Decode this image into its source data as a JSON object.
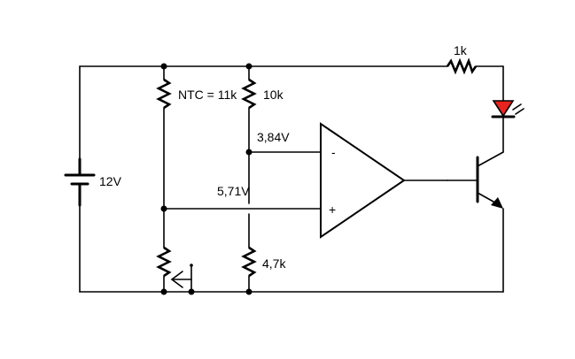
{
  "labels": {
    "battery": "12V",
    "ntc": "NTC = 11k",
    "r_top": "10k",
    "r_bottom": "4,7k",
    "r_led": "1k",
    "v_inverting": "3,84V",
    "v_noninverting": "5,71V"
  },
  "opamp": {
    "minus_sign": "-",
    "plus_sign": "+"
  },
  "colors": {
    "wire": "#000000",
    "led": "#e8241e"
  }
}
